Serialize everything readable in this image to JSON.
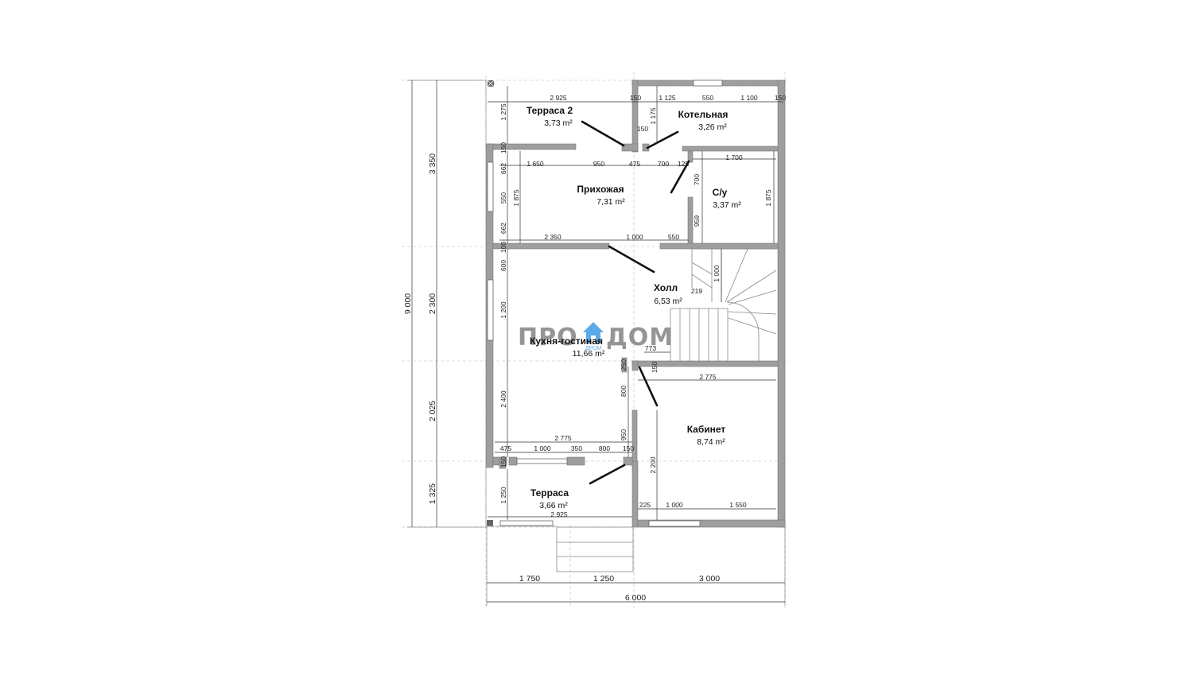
{
  "logo": {
    "left_text": "ПРО",
    "right_text": "ДОМ",
    "small_text": "ДРОМ",
    "house_color": "#4aa3e8"
  },
  "rooms": {
    "terrace2": {
      "name": "Терраса 2",
      "area": "3,73 m²"
    },
    "boiler": {
      "name": "Котельная",
      "area": "3,26 m²"
    },
    "hallway": {
      "name": "Прихожая",
      "area": "7,31 m²"
    },
    "wc": {
      "name": "С/у",
      "area": "3,37 m²"
    },
    "hall": {
      "name": "Холл",
      "area": "6,53 m²"
    },
    "kitchen": {
      "name": "Кухня-гостиная",
      "area": "11,66 m²"
    },
    "office": {
      "name": "Кабинет",
      "area": "8,74 m²"
    },
    "terrace": {
      "name": "Терраса",
      "area": "3,66 m²"
    }
  },
  "dims": {
    "t2_width": "2 925",
    "b_150a": "150",
    "b_1125": "1 125",
    "b_550": "550",
    "b_1100": "1 100",
    "b_150b": "150",
    "t2_1275": "1 275",
    "b_1175": "1 175",
    "b_150c": "150",
    "p_150": "150",
    "p_1650": "1 650",
    "p_950": "950",
    "p_475": "475",
    "p_700": "700",
    "p_125": "125",
    "wc_1700": "1 700",
    "p_662a": "662",
    "p_550v": "550",
    "p_662b": "662",
    "p_1875": "1 875",
    "wc_700": "700",
    "wc_959": "959",
    "wc_1875": "1 875",
    "p_2350": "2 350",
    "p_1000": "1 000",
    "p_550b": "550",
    "p_100": "100",
    "k_600": "600",
    "k_1200": "1 200",
    "k_2400": "2 400",
    "h_1000": "1 000",
    "h_219": "219",
    "h_773": "773",
    "h_250": "250",
    "h_150": "150",
    "h_800": "800",
    "o_2775": "2 775",
    "k_2775": "2 775",
    "k_950": "950",
    "k_475": "475",
    "k_1000b": "1 000",
    "k_350": "350",
    "k_800b": "800",
    "k_150b": "150",
    "k_150c": "150",
    "o_2200": "2 200",
    "t_1250": "1 250",
    "o_225": "225",
    "o_1000": "1 000",
    "o_1550": "1 550",
    "t_2925": "2 925"
  },
  "outer_dims": {
    "total_height": "9 000",
    "h_3350": "3 350",
    "h_2300": "2 300",
    "h_2025": "2 025",
    "h_1325": "1 325",
    "w_1750": "1 750",
    "w_1250": "1 250",
    "w_3000": "3 000",
    "total_width": "6 000"
  }
}
